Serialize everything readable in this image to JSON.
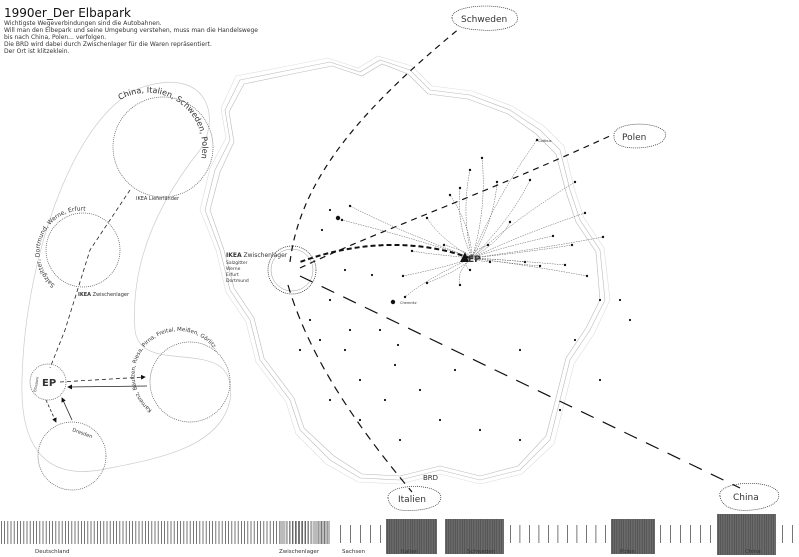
{
  "header": {
    "title": "1990er_Der Elbapark",
    "lines": [
      "Wichtigste Wegeverbindungen sind die Autobahnen.",
      "Will man den Elbepark und seine Umgebung verstehen, muss man die Handelswege",
      "bis nach China, Polen... verfolgen.",
      "Die BRD wird dabei durch Zwischenlager für die Waren repräsentiert.",
      "Der Ort ist klitzeklein."
    ]
  },
  "left_diagram": {
    "supplier_circle_text": "China, Italien, Schweden, Polen",
    "supplier_label": "IKEA Lieferländer",
    "warehouse_circle_text": "Salzgitter, Dortmund, Werne, Erfurt",
    "warehouse_label_brand": "IKEA",
    "warehouse_label": "Zwischenlager",
    "ep_logo": "EP",
    "ep_circle_text": "Elbepark",
    "saxony_circle_text": "Kamenz, Bautzen, Riesa, Pirna, Freital, Meißen, Görlitz...",
    "dresden_label": "Dresden"
  },
  "map": {
    "ikea_brand": "IKEA",
    "ikea_label": "Zwischenlager",
    "ikea_cities": [
      "Salzgitter",
      "Werne",
      "Erfurt",
      "Dortmund"
    ],
    "country_label": "BRD",
    "ep_logo": "EP",
    "destinations": {
      "schweden": "Schweden",
      "polen": "Polen",
      "italien": "Italien",
      "china": "China"
    },
    "city_labels": [
      "Cottbus",
      "Chemnitz"
    ]
  },
  "timeline": {
    "labels": [
      "Deutschland",
      "Zwischenlager",
      "Sachsen",
      "Italien",
      "Schweden",
      "Polen",
      "China"
    ]
  }
}
